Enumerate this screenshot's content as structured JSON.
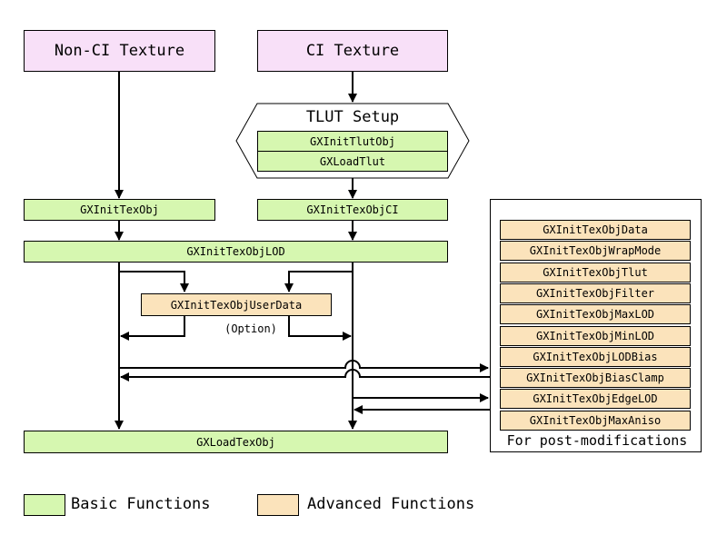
{
  "colors": {
    "start_box": "#f8e0f8",
    "basic": "#d6f7b0",
    "advanced": "#fbe3bb",
    "line": "#000000"
  },
  "nodes": {
    "non_ci_texture": "Non-CI Texture",
    "ci_texture": "CI Texture",
    "tlut_setup": "TLUT Setup",
    "init_tlut_obj": "GXInitTlutObj",
    "load_tlut": "GXLoadTlut",
    "init_tex_obj": "GXInitTexObj",
    "init_tex_obj_ci": "GXInitTexObjCI",
    "init_tex_obj_lod": "GXInitTexObjLOD",
    "init_tex_obj_user_data": "GXInitTexObjUserData",
    "option": "(Option)",
    "load_tex_obj": "GXLoadTexObj"
  },
  "post_modifications": {
    "caption": "For post-modifications",
    "items": [
      "GXInitTexObjData",
      "GXInitTexObjWrapMode",
      "GXInitTexObjTlut",
      "GXInitTexObjFilter",
      "GXInitTexObjMaxLOD",
      "GXInitTexObjMinLOD",
      "GXInitTexObjLODBias",
      "GXInitTexObjBiasClamp",
      "GXInitTexObjEdgeLOD",
      "GXInitTexObjMaxAniso"
    ]
  },
  "legend": {
    "basic": "Basic Functions",
    "advanced": "Advanced Functions"
  }
}
